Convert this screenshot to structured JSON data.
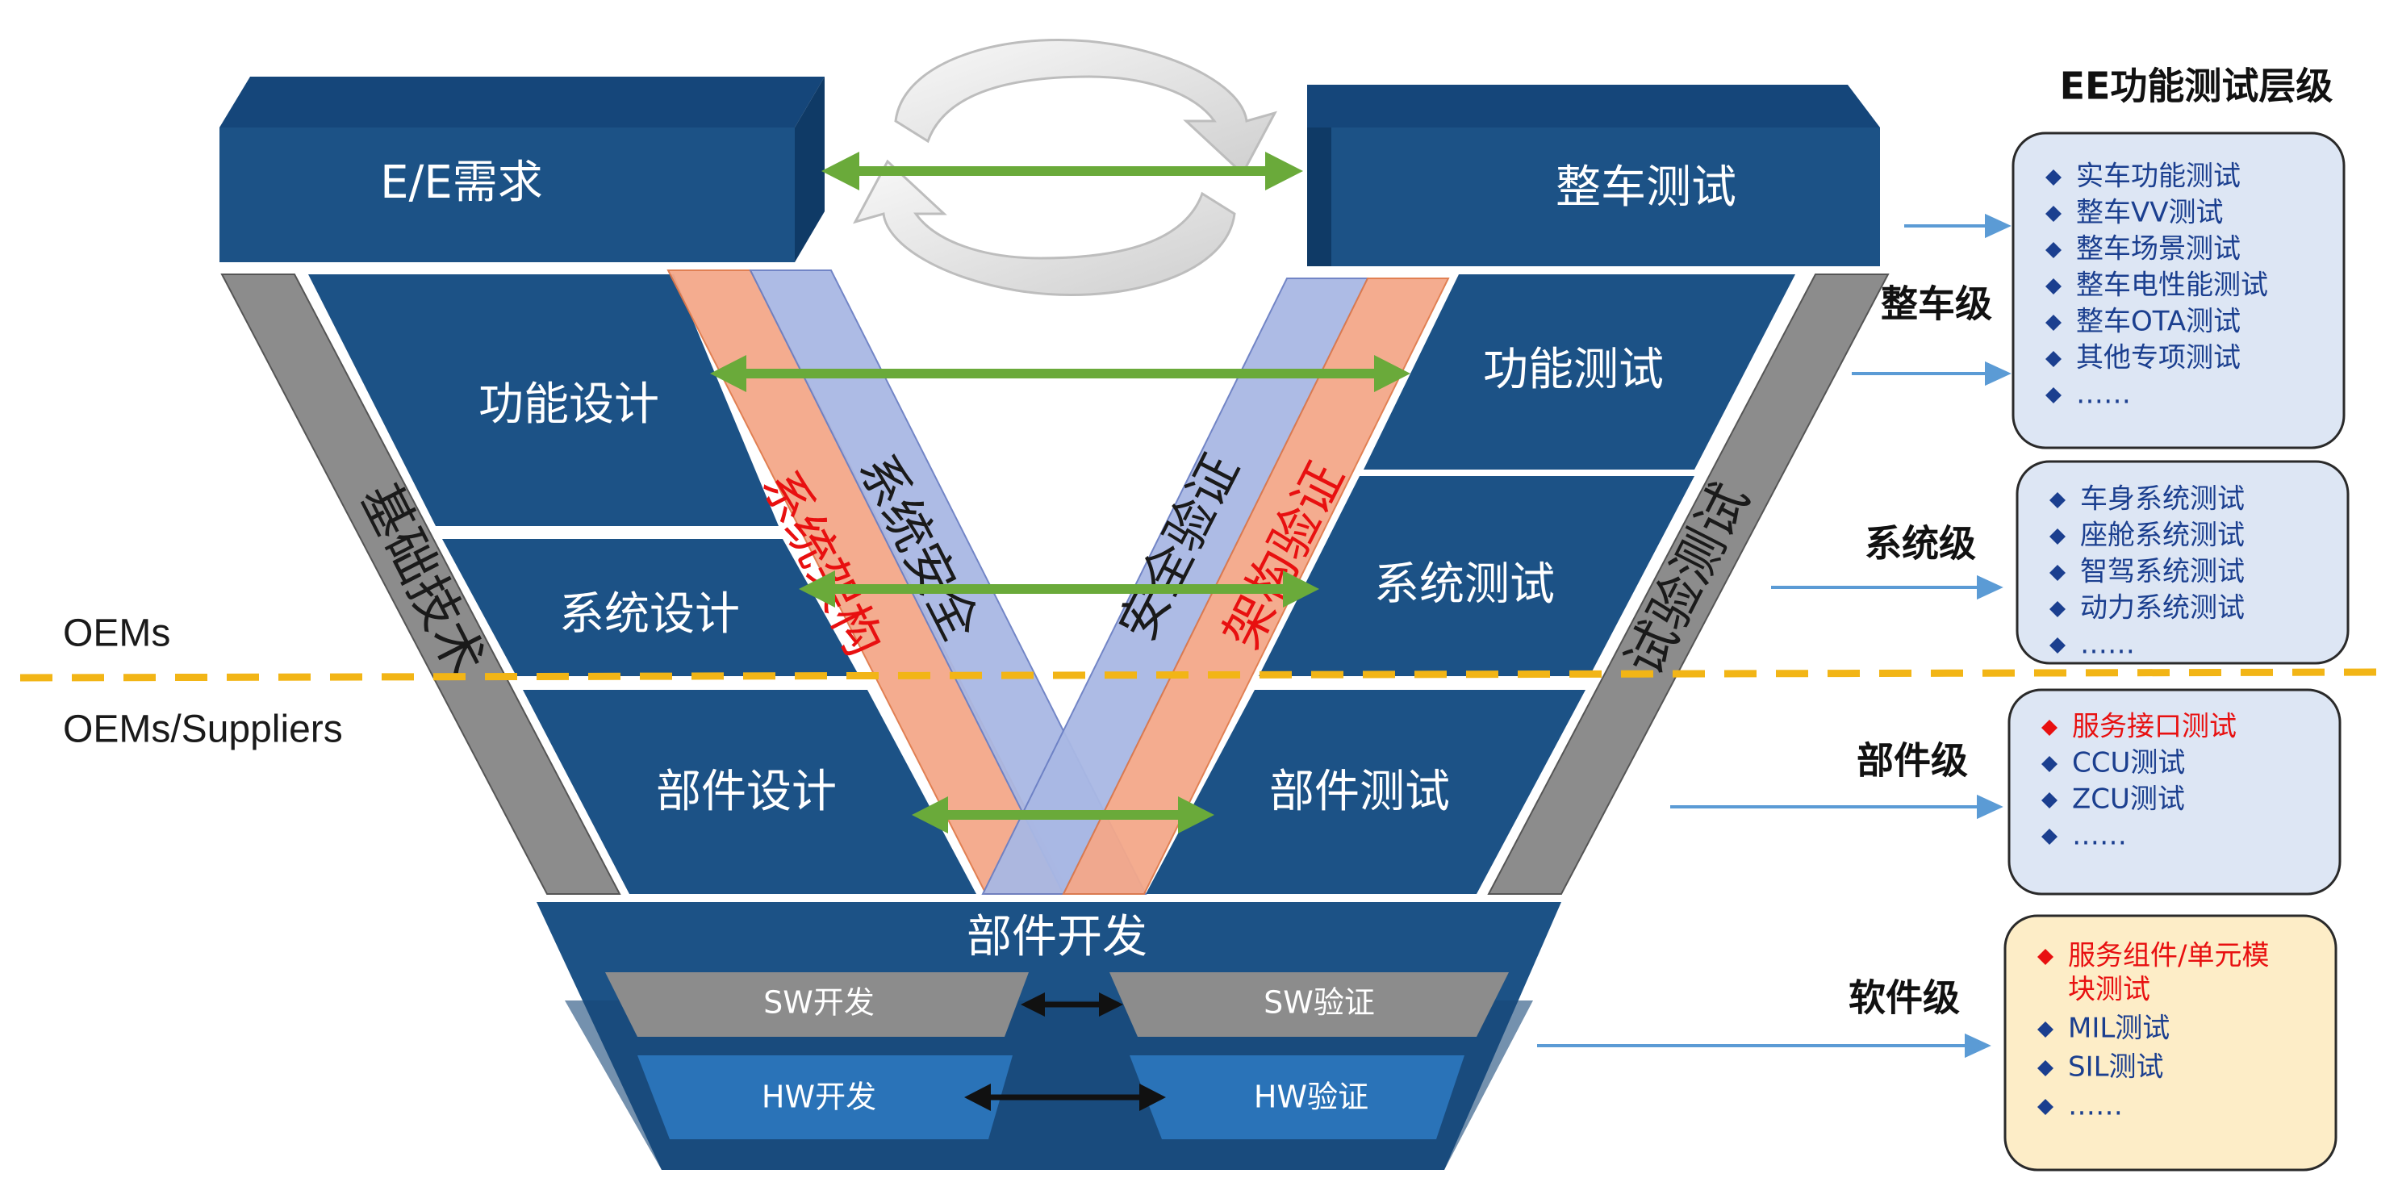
{
  "top_left_block": "E/E需求",
  "top_right_block": "整车测试",
  "left_blocks": [
    "功能设计",
    "系统设计",
    "部件设计"
  ],
  "right_blocks": [
    "功能测试",
    "系统测试",
    "部件测试"
  ],
  "left_bar_label": "基础技术",
  "right_bar_label": "试验测试",
  "diagonal_labels": {
    "left_orange": "系统架构",
    "left_blue": "系统安全",
    "right_blue": "安全验证",
    "right_orange": "架构验证"
  },
  "bottom": {
    "title": "部件开发",
    "sw_dev": "SW开发",
    "sw_verify": "SW验证",
    "hw_dev": "HW开发",
    "hw_verify": "HW验证"
  },
  "oem_labels": {
    "oems": "OEMs",
    "oems_suppliers": "OEMs/Suppliers"
  },
  "panel_title": "EE功能测试层级",
  "levels": [
    {
      "label": "整车级",
      "items": [
        {
          "text": "实车功能测试",
          "highlight": false
        },
        {
          "text": "整车VV测试",
          "highlight": false
        },
        {
          "text": "整车场景测试",
          "highlight": false
        },
        {
          "text": "整车电性能测试",
          "highlight": false
        },
        {
          "text": "整车OTA测试",
          "highlight": false
        },
        {
          "text": "其他专项测试",
          "highlight": false
        },
        {
          "text": "……",
          "highlight": false
        }
      ]
    },
    {
      "label": "系统级",
      "items": [
        {
          "text": "车身系统测试",
          "highlight": false
        },
        {
          "text": "座舱系统测试",
          "highlight": false
        },
        {
          "text": "智驾系统测试",
          "highlight": false
        },
        {
          "text": "动力系统测试",
          "highlight": false
        },
        {
          "text": "……",
          "highlight": false
        }
      ]
    },
    {
      "label": "部件级",
      "items": [
        {
          "text": "服务接口测试",
          "highlight": true
        },
        {
          "text": "CCU测试",
          "highlight": false
        },
        {
          "text": "ZCU测试",
          "highlight": false
        },
        {
          "text": "……",
          "highlight": false
        }
      ]
    },
    {
      "label": "软件级",
      "items": [
        {
          "text": "服务组件/单元模",
          "highlight": true,
          "cont": "块测试"
        },
        {
          "text": "MIL测试",
          "highlight": false
        },
        {
          "text": "SIL测试",
          "highlight": false
        },
        {
          "text": "……",
          "highlight": false
        }
      ]
    }
  ],
  "colors": {
    "block_dark": "#1c4f80",
    "block_top": "#15467a",
    "block_side": "#0f3a66",
    "gray_bar": "#8c8c8c",
    "orange_band": "#f4a88a",
    "blue_band": "#a9b8e4",
    "green_arrow": "#6aaa3a",
    "dashed_line": "#f2b516",
    "panel_blue": "#dde6f4",
    "panel_yellow": "#fdedc7",
    "bullet": "#1b3f8f",
    "highlight_red": "#e81010",
    "item_text": "#1b3f8f"
  }
}
